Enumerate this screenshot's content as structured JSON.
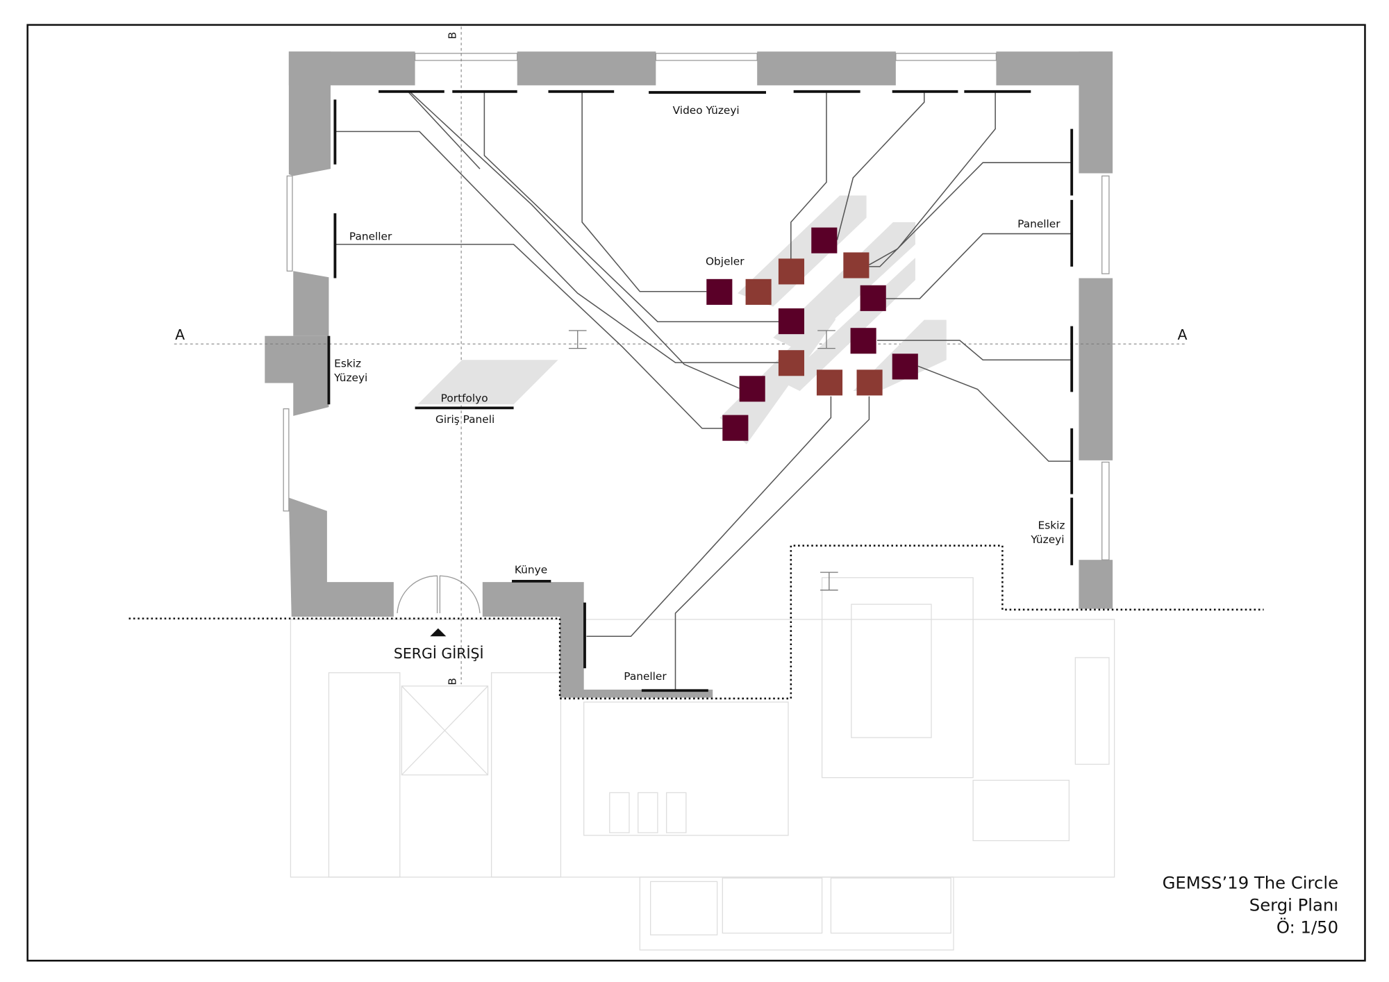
{
  "title": {
    "line1": "GEMSS’19 The Circle",
    "line2": "Sergi Planı",
    "scale": "Ö: 1/50"
  },
  "labels": {
    "video": "Video Yüzeyi",
    "paneller_left": "Paneller",
    "paneller_right": "Paneller",
    "paneller_bottom": "Paneller",
    "objeler": "Objeler",
    "eskiz_left_1": "Eskiz",
    "eskiz_left_2": "Yüzeyi",
    "eskiz_right_1": "Eskiz",
    "eskiz_right_2": "Yüzeyi",
    "portfolyo": "Portfolyo",
    "giris_paneli": "Giriş Paneli",
    "kunye": "Künye",
    "entrance": "SERGİ GİRİŞİ",
    "section_a_left": "A",
    "section_a_right": "A",
    "section_b_top": "B",
    "section_b_bottom": "B"
  },
  "colors": {
    "object_dark": "#5a0028",
    "object_brown": "#8b3a33",
    "wall": "#a3a3a3",
    "accent_panel": "#5a0028"
  }
}
